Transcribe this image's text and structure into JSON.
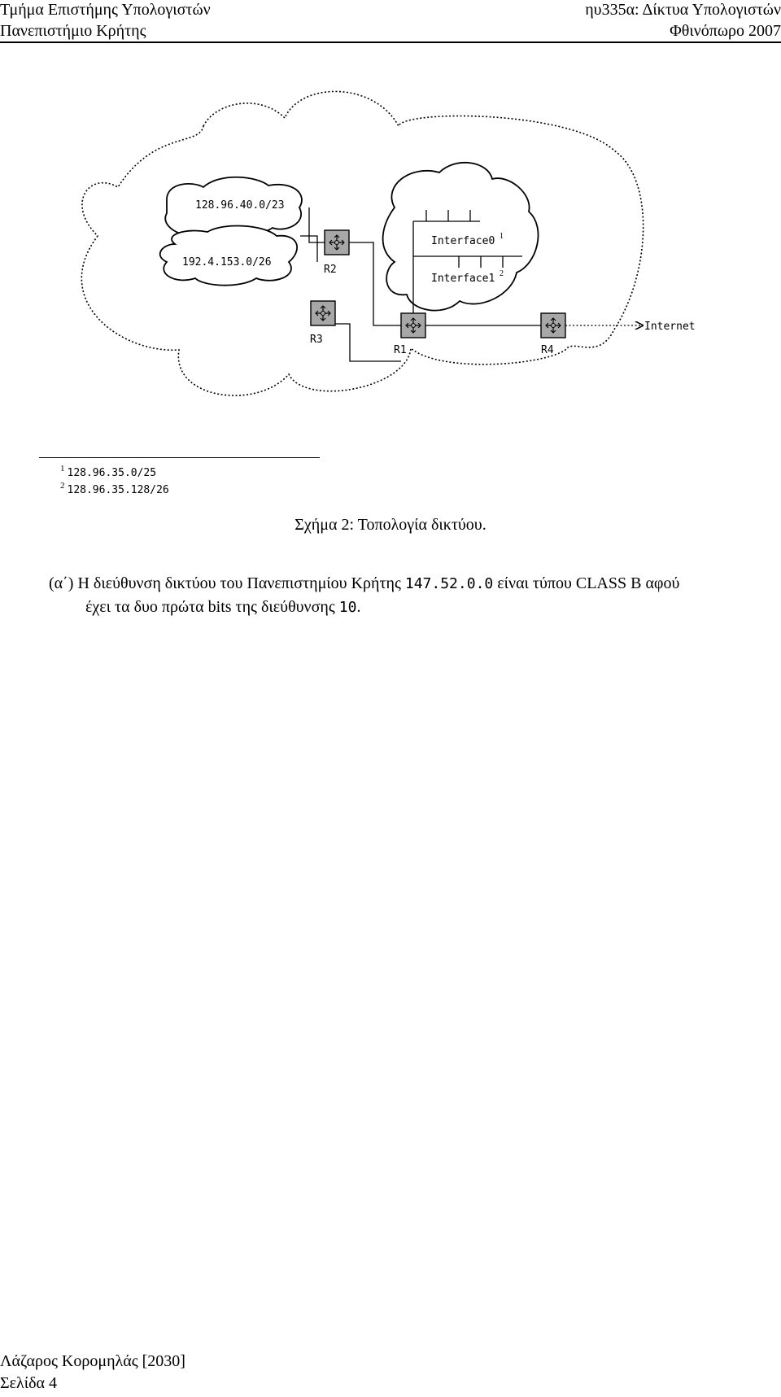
{
  "header": {
    "dept": "Τμήμα Επιστήμης Υπολογιστών",
    "university": "Πανεπιστήμιο Κρήτης",
    "course": "ηυ335α: Δίκτυα Υπολογιστών",
    "semester": "Φθινόπωρο 2007"
  },
  "diagram": {
    "subnet_a": "128.96.40.0/23",
    "subnet_b": "192.4.153.0/26",
    "iface0": "Interface0",
    "iface0_mark": "1",
    "iface1": "Interface1",
    "iface1_mark": "2",
    "routers": {
      "r1": "R1",
      "r2": "R2",
      "r3": "R3",
      "r4": "R4"
    },
    "internet": "Internet"
  },
  "footnotes": [
    {
      "mark": "1",
      "text": "128.96.35.0/25"
    },
    {
      "mark": "2",
      "text": "128.96.35.128/26"
    }
  ],
  "caption": "Σχήμα 2: Τοπολογία δικτύου.",
  "answer": {
    "label": "(α΄)",
    "line1_a": "Η διεύθυνση δικτύου του Πανεπιστημίου Κρήτης ",
    "line1_addr": "147.52.0.0",
    "line1_b": " είναι τύπου CLASS B αφού",
    "line2_a": "έχει τα δυο πρώτα bits της διεύθυνσης ",
    "line2_bits": "10",
    "line2_end": "."
  },
  "footer": {
    "author": "Λάζαρος Κορομηλάς [2030]",
    "page": "Σελίδα 4"
  }
}
